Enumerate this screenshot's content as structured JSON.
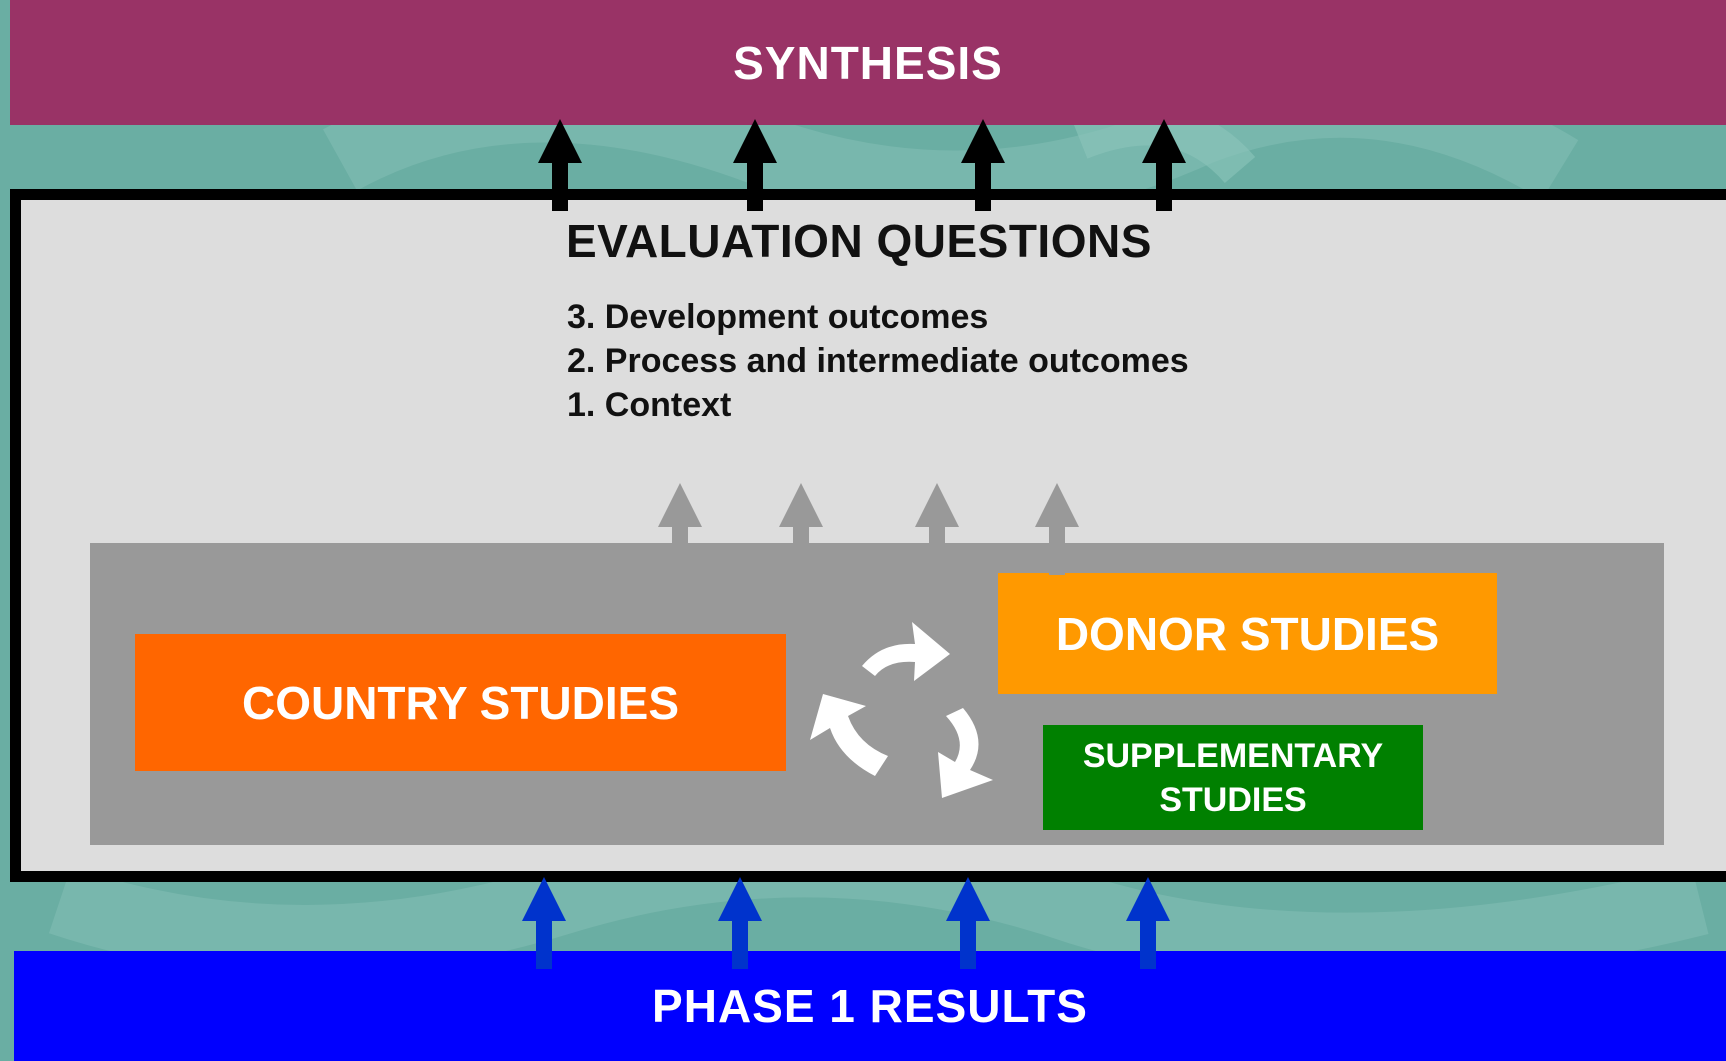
{
  "synthesis": {
    "label": "SYNTHESIS"
  },
  "evaluation_questions": {
    "title": "EVALUATION QUESTIONS",
    "items": [
      "3. Development outcomes",
      "2. Process and intermediate outcomes",
      "1. Context"
    ]
  },
  "studies": {
    "country": "COUNTRY STUDIES",
    "donor": "DONOR STUDIES",
    "supplementary_line1": "SUPPLEMENTARY",
    "supplementary_line2": "STUDIES"
  },
  "phase1": {
    "label": "PHASE 1 RESULTS"
  },
  "colors": {
    "background": "#6aaea3",
    "synthesis": "#993366",
    "phase1": "#0000ff",
    "country": "#ff6600",
    "donor": "#ff9900",
    "supplementary": "#008000",
    "panel": "#999999",
    "frame": "#dddddd",
    "up_arrow_top": "#000000",
    "up_arrow_mid": "#999999",
    "up_arrow_bottom": "#0033cc"
  },
  "icons": {
    "top_arrows": "arrow-up-icon",
    "middle_arrows": "arrow-up-icon",
    "bottom_arrows": "arrow-up-icon",
    "cycle": "cycle-arrows-icon"
  }
}
